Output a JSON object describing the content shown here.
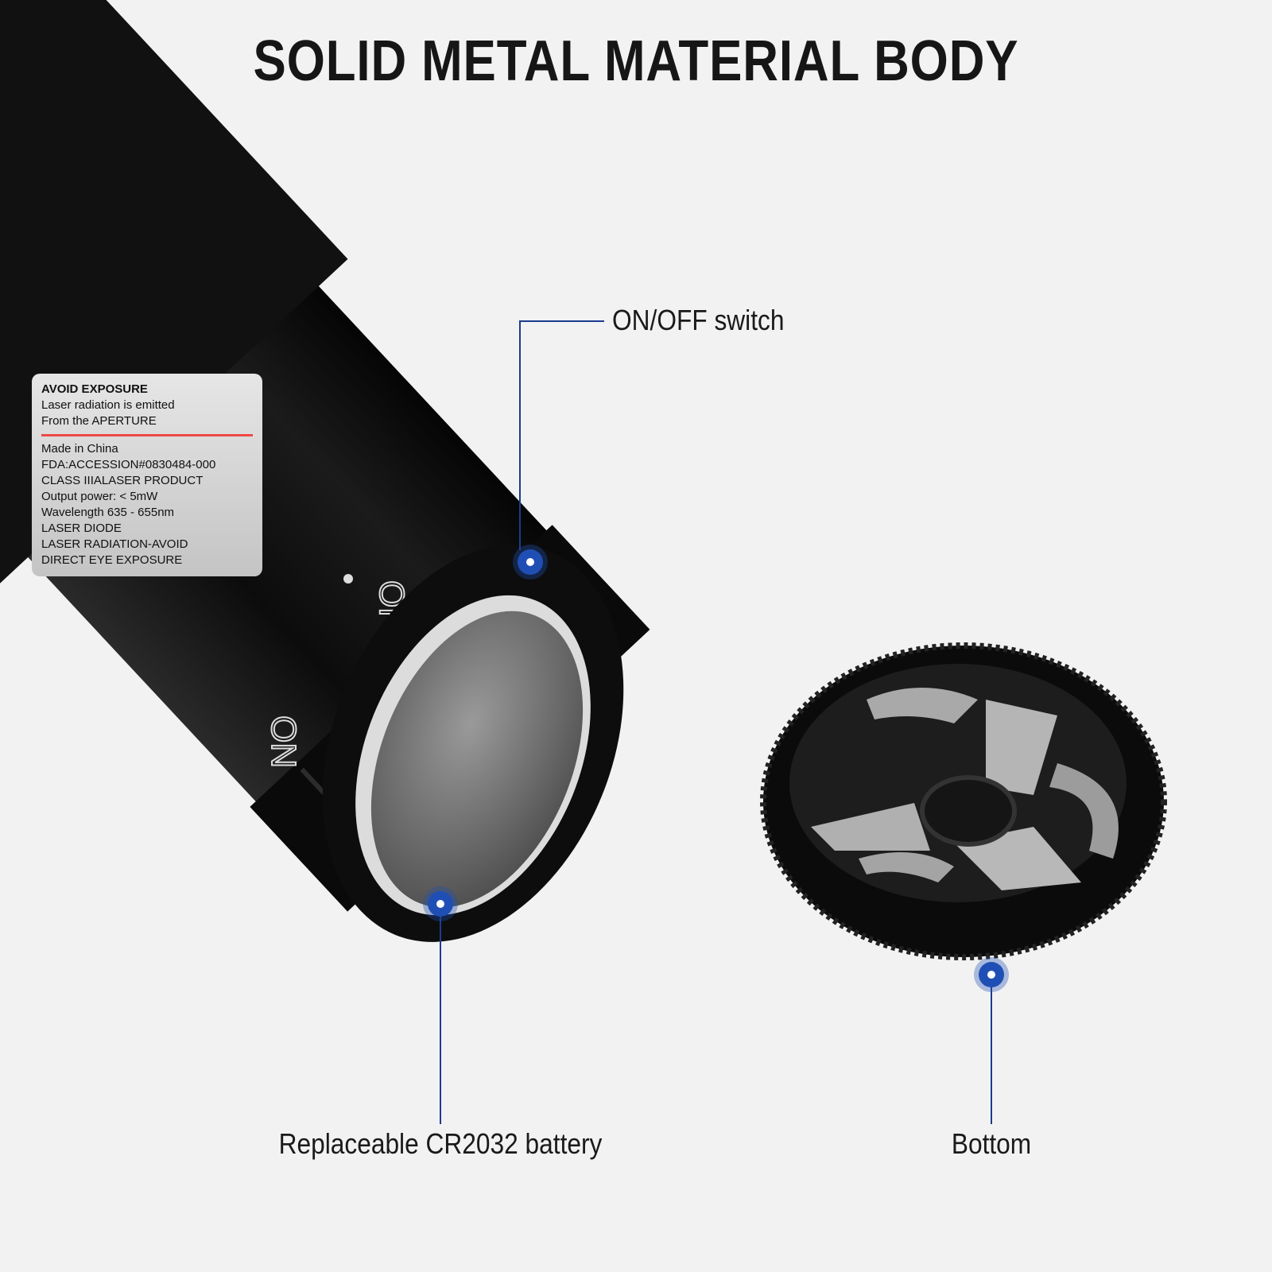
{
  "title": "SOLID METAL MATERIAL BODY",
  "callouts": {
    "switch": "ON/OFF switch",
    "battery": "Replaceable CR2032 battery",
    "bottom": "Bottom"
  },
  "device_label": {
    "warning_line1": "AVOID EXPOSURE",
    "warning_line2": "Laser radiation is emitted",
    "warning_line3": "From the APERTURE",
    "info_lines": [
      "Made in China",
      "FDA:ACCESSION#0830484-000",
      "CLASS IIIALASER PRODUCT",
      "Output power: < 5mW",
      "Wavelength 635 - 655nm",
      "LASER DIODE",
      "LASER RADIATION-AVOID",
      "DIRECT EYE EXPOSURE"
    ],
    "switch_off": "OFF",
    "switch_on": "ON"
  },
  "colors": {
    "accent_line": "#1a3d8f",
    "marker": "#1f4fb5",
    "laser_red": "#f04848",
    "background": "#f2f2f2"
  }
}
